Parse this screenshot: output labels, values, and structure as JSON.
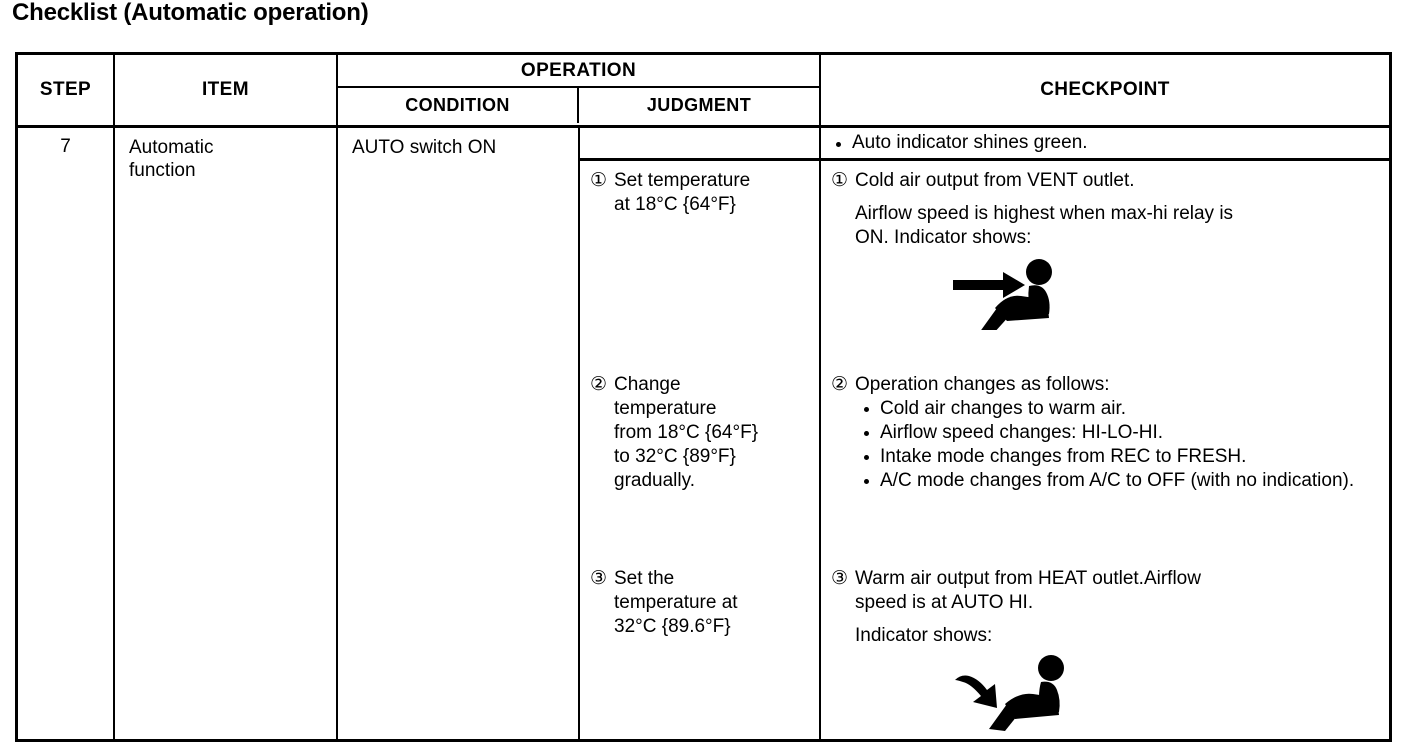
{
  "page": {
    "title": "Checklist (Automatic operation)"
  },
  "table": {
    "headers": {
      "step": "STEP",
      "item": "ITEM",
      "operation": "OPERATION",
      "condition": "CONDITION",
      "judgment": "JUDGMENT",
      "checkpoint": "CHECKPOINT"
    },
    "row": {
      "step": "7",
      "item_line1": "Automatic",
      "item_line2": "function",
      "condition": "AUTO switch ON",
      "checkpoint_top_bullet": "Auto indicator shines green.",
      "groups": [
        {
          "marker": "①",
          "judgment_lines": [
            "Set temperature",
            "at 18°C {64°F}"
          ],
          "checkpoint_head": "Cold air output from VENT outlet.",
          "checkpoint_lines": [
            "Airflow speed is highest when max-hi relay is",
            "ON. Indicator shows:"
          ],
          "checkpoint_bullets": [],
          "icon": "vent-seat-icon"
        },
        {
          "marker": "②",
          "judgment_lines": [
            "Change",
            "temperature",
            "from 18°C {64°F}",
            "to 32°C {89°F}",
            "gradually."
          ],
          "checkpoint_head": "Operation changes as follows:",
          "checkpoint_lines": [],
          "checkpoint_bullets": [
            "Cold air changes to warm air.",
            "Airflow speed changes: HI-LO-HI.",
            "Intake mode changes from REC to FRESH.",
            "A/C mode changes from A/C to OFF (with no indication)."
          ],
          "icon": null
        },
        {
          "marker": "③",
          "judgment_lines": [
            "Set the",
            "temperature at",
            "32°C {89.6°F}"
          ],
          "checkpoint_head": "Warm air output from HEAT outlet.Airflow",
          "checkpoint_lines": [
            "speed is at AUTO HI.",
            "Indicator shows:"
          ],
          "checkpoint_bullets": [],
          "icon": "heat-seat-icon"
        }
      ]
    }
  },
  "colors": {
    "ink": "#000000",
    "paper": "#ffffff"
  }
}
